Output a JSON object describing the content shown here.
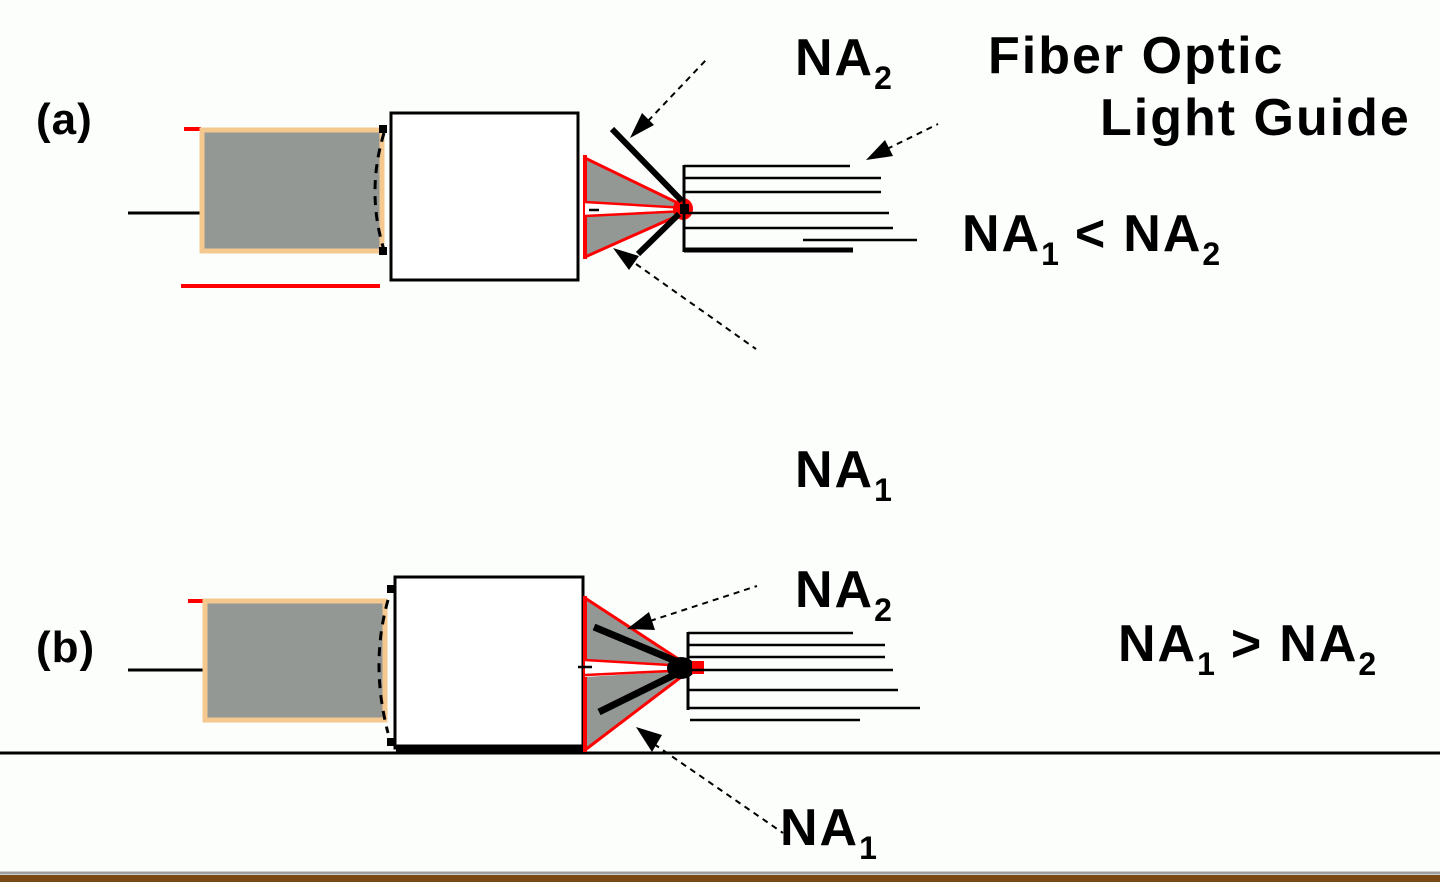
{
  "diagram": {
    "description": "Coupling of illuminator output cone to a fiber optic light guide: numerical aperture matching",
    "labels": {
      "panel_a": "(a)",
      "panel_b": "(b)",
      "na2_top": {
        "base": "NA",
        "sub": "2"
      },
      "fiber_guide": {
        "line1": "Fiber Optic",
        "line2": "Light Guide"
      },
      "relation_a": {
        "left_base": "NA",
        "left_sub": "1",
        "operator": "<",
        "right_base": "NA",
        "right_sub": "2"
      },
      "na1_mid": {
        "base": "NA",
        "sub": "1"
      },
      "na2_b": {
        "base": "NA",
        "sub": "2"
      },
      "relation_b": {
        "left_base": "NA",
        "left_sub": "1",
        "operator": ">",
        "right_base": "NA",
        "right_sub": "2"
      },
      "na1_bottom": {
        "base": "NA",
        "sub": "1"
      }
    },
    "colors": {
      "cone_red": "#ff0000",
      "lamp_gray": "#949894",
      "lamp_border_tan": "#f5c890",
      "line_black": "#000000",
      "footer_gray": "#9e9e9e",
      "footer_brown": "#7b4a14",
      "background": "#fcfefc"
    }
  }
}
